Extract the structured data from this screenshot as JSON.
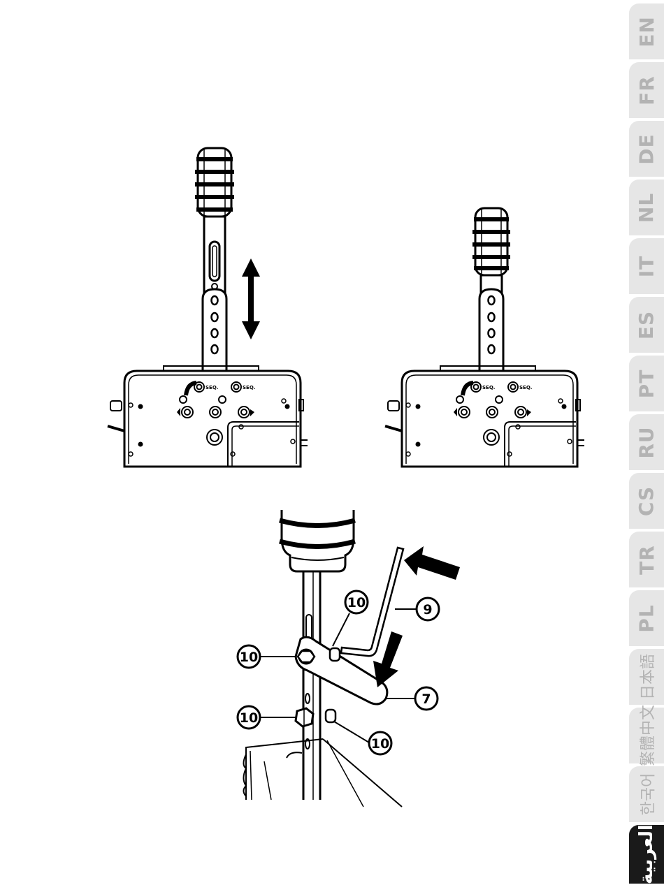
{
  "languages": [
    "EN",
    "FR",
    "DE",
    "NL",
    "IT",
    "ES",
    "PT",
    "RU",
    "CS",
    "TR",
    "PL",
    "日本語",
    "繁體中文",
    "한국어",
    "العربية"
  ],
  "active_language": "العربية",
  "shifter_labels": {
    "seq": "SEQ."
  },
  "callouts": {
    "allen_key": "9",
    "wrench": "7",
    "screw": "10"
  }
}
